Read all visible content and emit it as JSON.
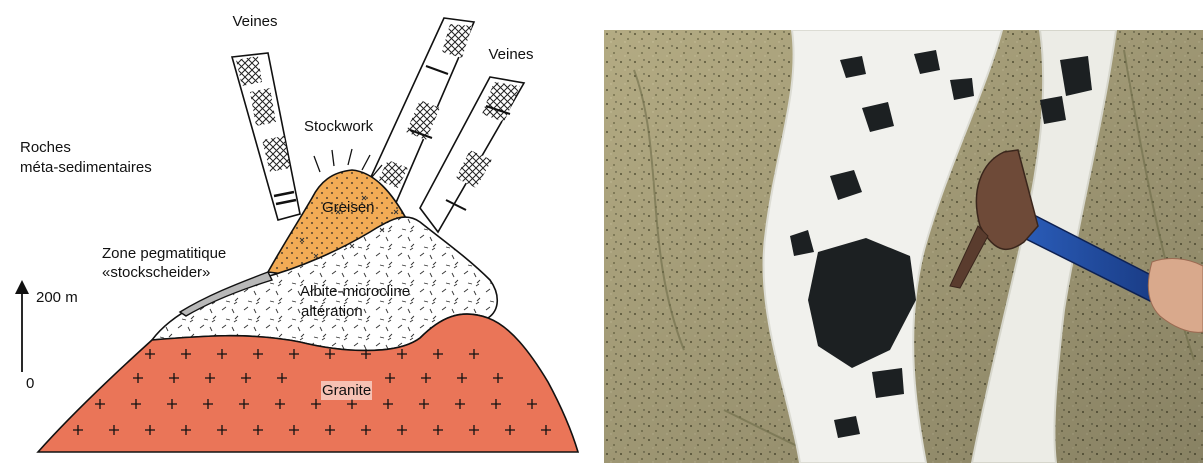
{
  "diagram": {
    "labels": {
      "veines_left": "Veines",
      "veines_right": "Veines",
      "roches_line1": "Roches",
      "roches_line2": "méta-sedimentaires",
      "stockwork": "Stockwork",
      "greisen": "Greisen",
      "zone_line1": "Zone pegmatitique",
      "zone_line2": "«stockscheider»",
      "albite_line1": "Albite-microcline",
      "albite_line2": "altération",
      "granite": "Granite",
      "scale_top": "200 m",
      "scale_bottom": "0"
    },
    "colors": {
      "granite": "#ea7558",
      "greisen": "#f2ab55",
      "albite": "#ffffff",
      "pegmatite": "#b8b8b8",
      "outline": "#111111"
    }
  },
  "photo": {
    "colors": {
      "host_rock": "#bdb48a",
      "vein_quartz": "#f2f2ee",
      "mineral_dark": "#1c2022",
      "hammer_handle": "#1f4a9a",
      "hammer_head": "#6e4a38"
    }
  }
}
